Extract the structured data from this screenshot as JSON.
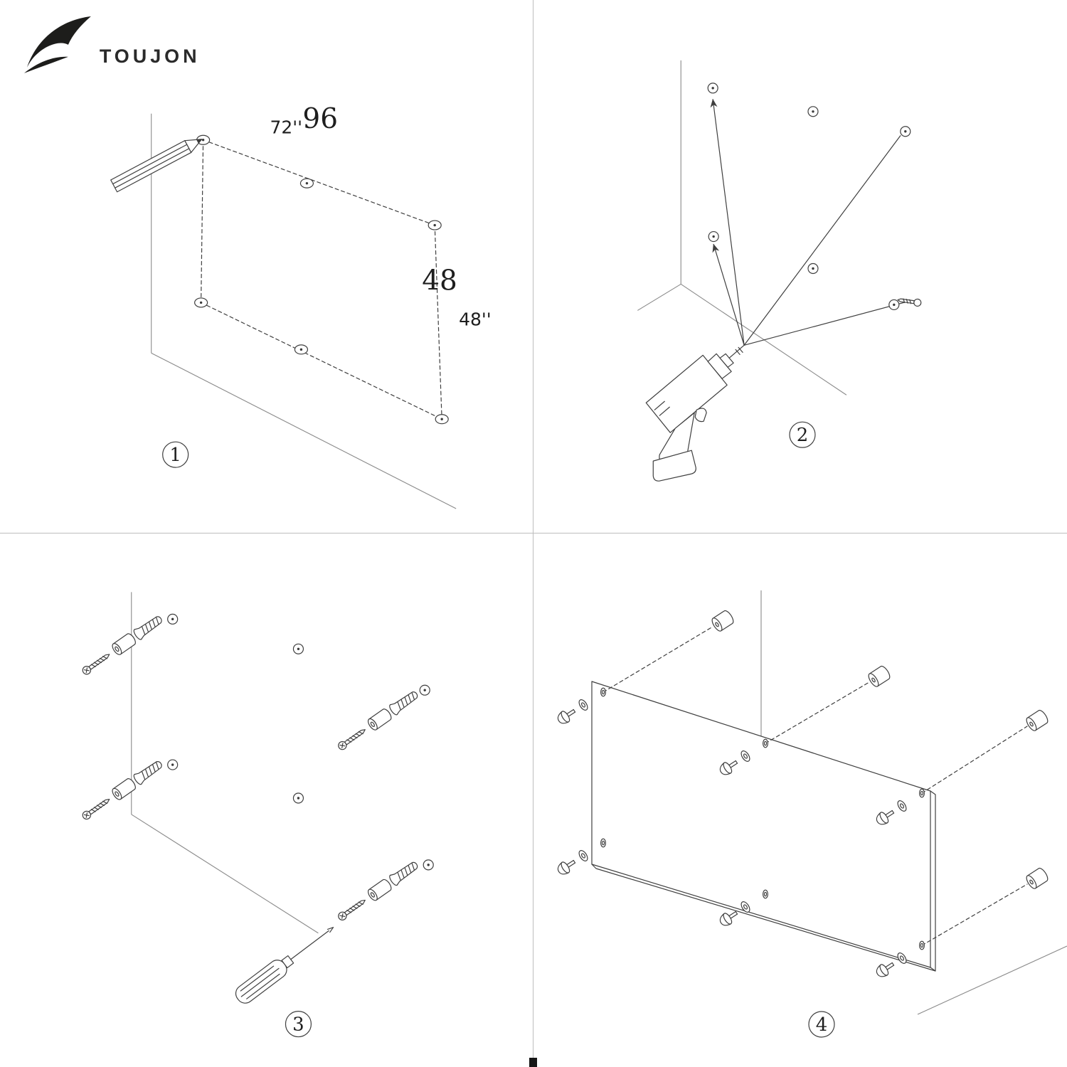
{
  "brand": {
    "name": "TOUJON",
    "color": "#1d1d1b"
  },
  "steps": [
    {
      "number": "1",
      "dims": {
        "width_secondary": "72''",
        "width_primary": "96",
        "height_primary": "48",
        "height_secondary": "48''"
      }
    },
    {
      "number": "2"
    },
    {
      "number": "3"
    },
    {
      "number": "4"
    }
  ],
  "colors": {
    "ink": "#3f3f3f",
    "wall_line": "#8a8a8a",
    "divider": "#bdbdbd"
  }
}
